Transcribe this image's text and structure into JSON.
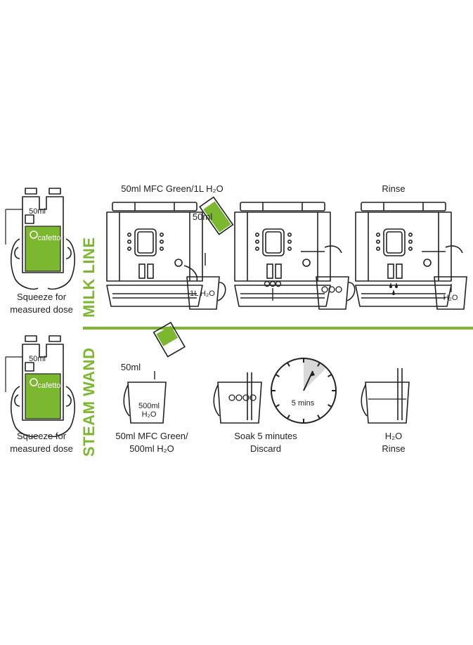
{
  "sections": {
    "milk_line": {
      "title": "MILK LINE",
      "squeeze_caption": "Squeeze for\nmeasured dose",
      "bottle_brand": "cafetto",
      "bottle_dose": "50ml",
      "step1_caption": "50ml MFC Green/1L H₂O",
      "pour_amount": "50ml",
      "jug_label": "1L\nH₂O",
      "step3_caption": "Rinse",
      "rinse_jug_label": "H₂O"
    },
    "steam_wand": {
      "title": "STEAM WAND",
      "squeeze_caption": "Squeeze for\nmeasured dose",
      "bottle_brand": "cafetto",
      "bottle_dose": "50ml",
      "pour_amount": "50ml",
      "jug_label": "500ml\nH₂O",
      "step1_caption": "50ml MFC Green/\n500ml H₂O",
      "timer_label": "5 mins",
      "step2_caption": "Soak 5 minutes\nDiscard",
      "step3_caption": "H₂O\nRinse"
    }
  },
  "colors": {
    "accent": "#7cb82f",
    "line": "#222222"
  }
}
